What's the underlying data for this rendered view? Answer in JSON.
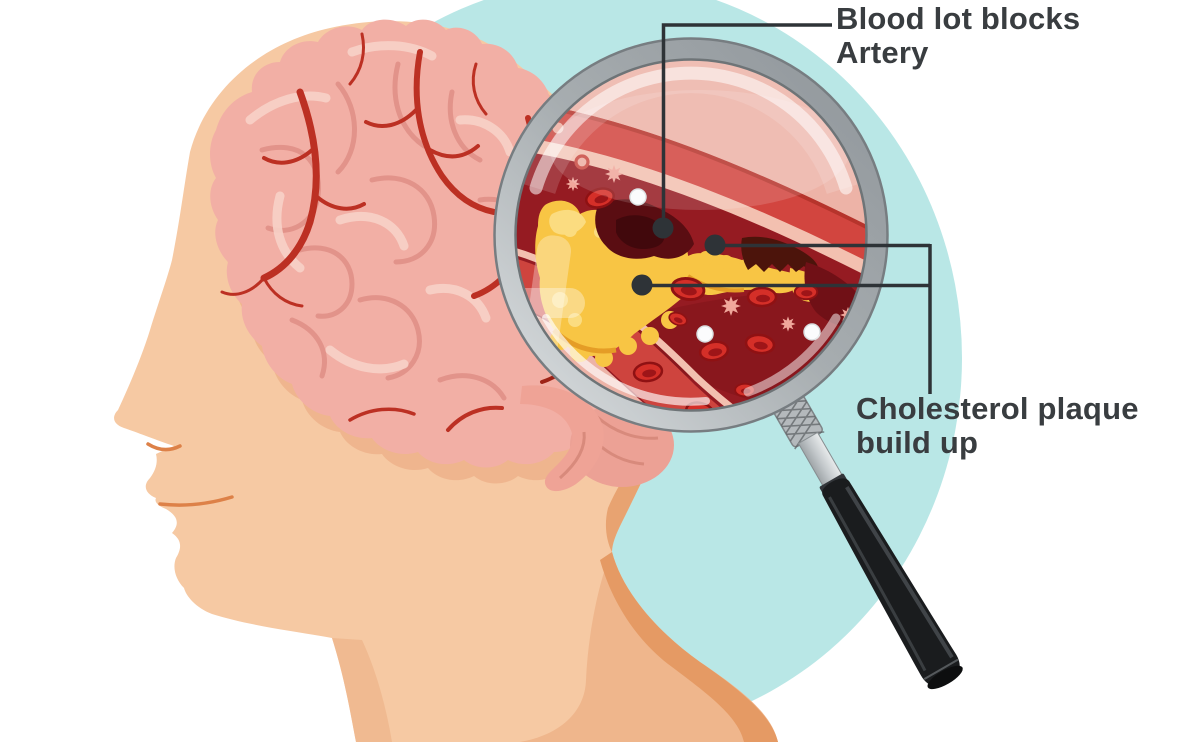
{
  "figure": {
    "parts": [
      "human-head-profile",
      "brain",
      "brain-arteries",
      "magnifying-glass",
      "artery-cross-section",
      "cholesterol-plaque",
      "blood-clot",
      "red-blood-cells"
    ]
  },
  "labels": {
    "blood_clot": {
      "line1": "Blood lot blocks",
      "line2": "Artery"
    },
    "cholesterol": {
      "line1": "Cholesterol plaque",
      "line2": "build up"
    }
  },
  "palette": {
    "label-color": "#393d40",
    "leader-color": "#2e3337",
    "teal": "#b9e7e6",
    "skin": "#f6c9a3",
    "skin-shadow": "#efb68c",
    "brain-pink": "#f2afa5",
    "artery-red": "#d2453f",
    "plaque-yellow": "#f8c544",
    "clot-dark": "#5a0d12",
    "lumen-maroon": "#951b22",
    "lens-bg": "#edb3a7",
    "handle-black": "#1a1c1e",
    "ring-gray": "#a7adb0"
  }
}
